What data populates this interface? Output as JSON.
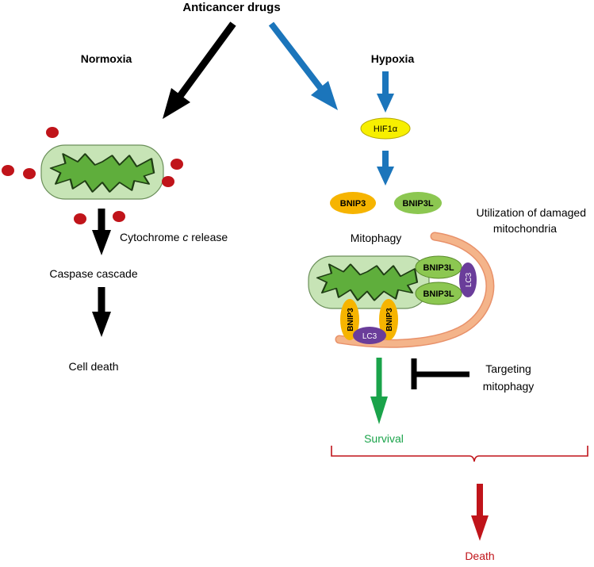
{
  "title": "Anticancer drugs",
  "left": {
    "condition": "Normoxia",
    "step1_prefix": "Cytochrome ",
    "step1_italic": "c",
    "step1_suffix": " release",
    "step2": "Caspase cascade",
    "step3": "Cell death"
  },
  "right": {
    "condition": "Hypoxia",
    "factor": "HIF1α",
    "protein_a": "BNIP3",
    "protein_b": "BNIP3L",
    "utilization_line1": "Utilization of damaged",
    "utilization_line2": "mitochondria",
    "process": "Mitophagy",
    "receptor_bnip3l": "BNIP3L",
    "receptor_bnip3": "BNIP3",
    "lc3": "LC3",
    "targeting_line1": "Targeting",
    "targeting_line2": "mitophagy",
    "survival": "Survival",
    "death": "Death"
  },
  "colors": {
    "black": "#000000",
    "blue": "#1b75bb",
    "green": "#1aa34a",
    "red": "#c0141a",
    "mito_fill": "#c7e4b6",
    "mito_inner": "#5fae3c",
    "hif_yellow": "#f7ef00",
    "bnip3_orange": "#f6b400",
    "bnip3l_green": "#8cc751",
    "lc3_purple": "#6a3d9a",
    "membrane": "#f4b48a",
    "cyt_red": "#c0141a"
  },
  "icons": [
    "mitochondrion-icon",
    "cytochrome-c-dot-icon",
    "phagophore-membrane-icon"
  ]
}
